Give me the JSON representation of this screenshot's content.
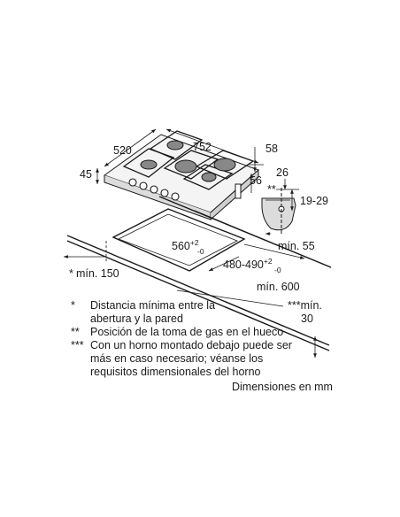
{
  "dimensions": {
    "hob_depth": "520",
    "hob_width": "752",
    "right_offset": "58",
    "hob_height": "45",
    "connection_height": "56",
    "connection_offset": "26",
    "connection_range": "19-29",
    "min_rear": "mín. 55",
    "cutout_width_main": "560",
    "cutout_width_plus": "+2",
    "cutout_width_minus": "-0",
    "cutout_depth_main": "480-490",
    "cutout_depth_plus": "+2",
    "cutout_depth_minus": "-0",
    "min_side_mark": "*",
    "min_side_value": "mín. 150",
    "min_worktop": "mín. 600",
    "min_thickness_label": "***mín.",
    "min_thickness_value": "30",
    "gas_mark": "**"
  },
  "legend": [
    {
      "mark": "*",
      "text": "Distancia mínima entre la abertura y la pared"
    },
    {
      "mark": "**",
      "text": "Posición de la toma de gas en el hueco"
    },
    {
      "mark": "***",
      "text": "Con un horno montado debajo puede ser más en caso necesario; véanse los requisitos dimensionales del horno"
    }
  ],
  "units_note": "Dimensiones en mm"
}
